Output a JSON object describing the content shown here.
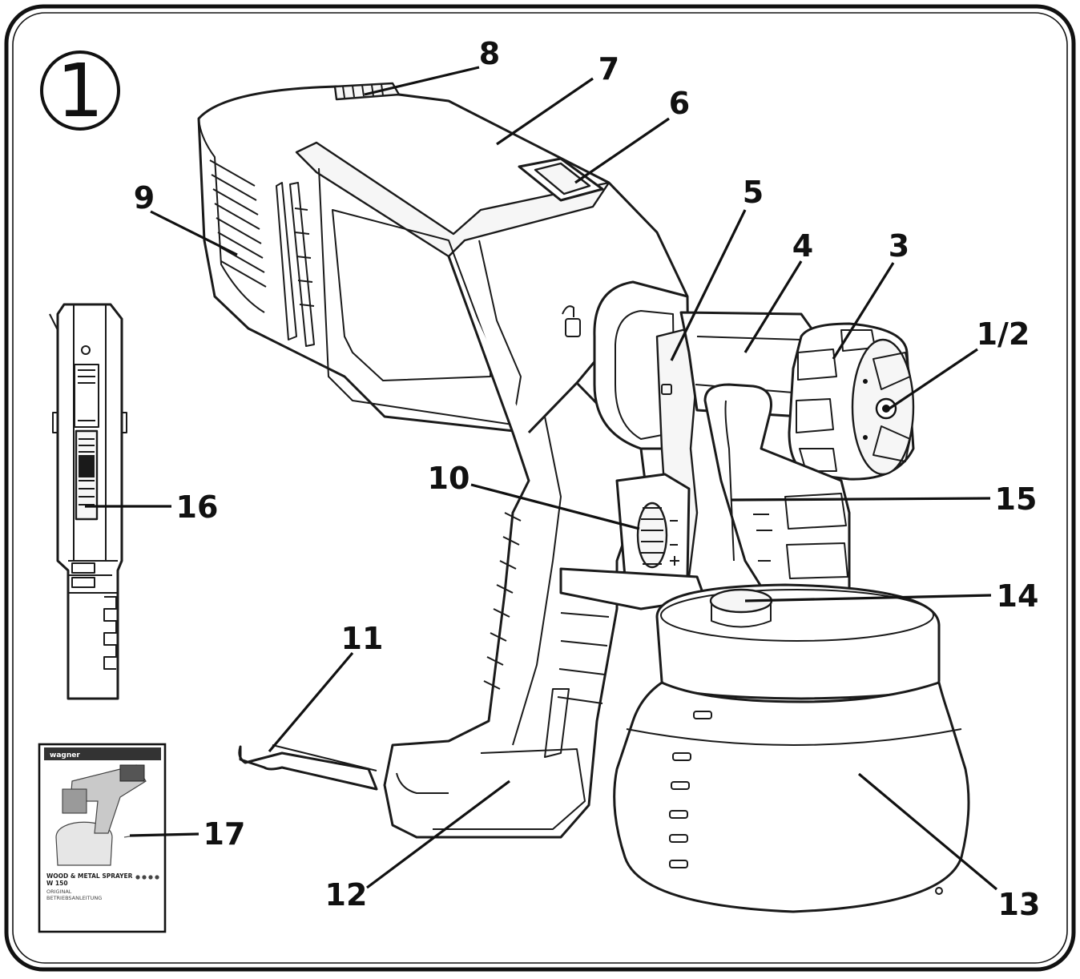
{
  "figure": {
    "number": "1"
  },
  "callouts": [
    {
      "id": "1-2",
      "label": "1/2"
    },
    {
      "id": "3",
      "label": "3"
    },
    {
      "id": "4",
      "label": "4"
    },
    {
      "id": "5",
      "label": "5"
    },
    {
      "id": "6",
      "label": "6"
    },
    {
      "id": "7",
      "label": "7"
    },
    {
      "id": "8",
      "label": "8"
    },
    {
      "id": "9",
      "label": "9"
    },
    {
      "id": "10",
      "label": "10"
    },
    {
      "id": "11",
      "label": "11"
    },
    {
      "id": "12",
      "label": "12"
    },
    {
      "id": "13",
      "label": "13"
    },
    {
      "id": "14",
      "label": "14"
    },
    {
      "id": "15",
      "label": "15"
    },
    {
      "id": "16",
      "label": "16"
    },
    {
      "id": "17",
      "label": "17"
    }
  ],
  "manual": {
    "brand": "wagner",
    "product_line": "WOOD & METAL SPRAYER",
    "model": "W 150",
    "subtitle_1": "ORIGINAL",
    "subtitle_2": "BETRIEBSANLEITUNG"
  }
}
